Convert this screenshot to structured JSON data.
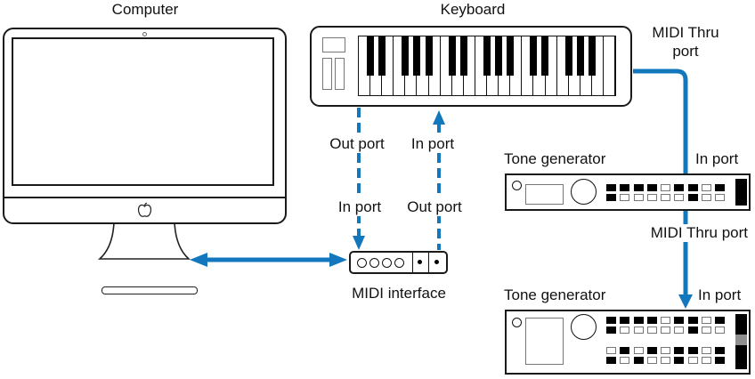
{
  "colors": {
    "accent": "#1377bd",
    "ink": "#111111"
  },
  "titles": {
    "computer": "Computer",
    "keyboard": "Keyboard"
  },
  "labels": {
    "midi_thru_top": "MIDI Thru port",
    "out_port_upper": "Out port",
    "in_port_upper": "In port",
    "in_port_lower": "In port",
    "out_port_lower": "Out port",
    "midi_interface": "MIDI interface",
    "tone_generator_1": "Tone generator",
    "tone_generator_1_in_port": "In port",
    "midi_thru_mid": "MIDI Thru port",
    "tone_generator_2": "Tone generator",
    "tone_generator_2_in_port": "In port"
  },
  "keyboard": {
    "white_key_count": 22,
    "black_key_octave_pattern": [
      0,
      1,
      3,
      4,
      5
    ]
  },
  "tone_generator_1": {
    "button_rows": [
      "111101101",
      "100000100"
    ]
  },
  "tone_generator_2": {
    "button_rows": [
      "111101101",
      "100000100",
      "010101101",
      "101001001"
    ]
  }
}
